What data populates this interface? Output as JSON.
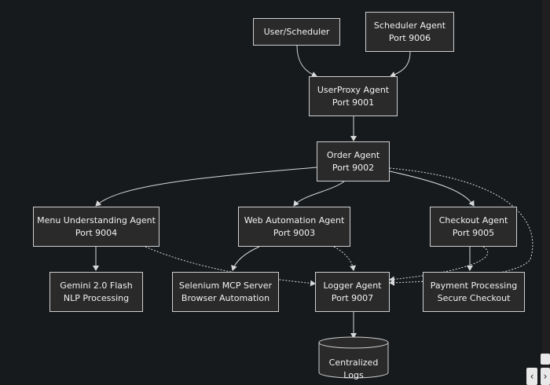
{
  "nodes": {
    "user_scheduler": [
      "User/Scheduler"
    ],
    "scheduler_agent": [
      "Scheduler Agent",
      "Port 9006"
    ],
    "userproxy_agent": [
      "UserProxy Agent",
      "Port 9001"
    ],
    "order_agent": [
      "Order Agent",
      "Port 9002"
    ],
    "menu_agent": [
      "Menu Understanding Agent",
      "Port 9004"
    ],
    "web_agent": [
      "Web Automation Agent",
      "Port 9003"
    ],
    "checkout_agent": [
      "Checkout Agent",
      "Port 9005"
    ],
    "gemini": [
      "Gemini 2.0 Flash",
      "NLP Processing"
    ],
    "selenium": [
      "Selenium MCP Server",
      "Browser Automation"
    ],
    "logger_agent": [
      "Logger Agent",
      "Port 9007"
    ],
    "payment": [
      "Payment Processing",
      "Secure Checkout"
    ],
    "logs_db": "Centralized Logs"
  },
  "controls": {
    "prev_label": "‹",
    "next_label": "›"
  },
  "colors": {
    "background": "#161a1d",
    "node_fill": "#2a2a2a",
    "node_border": "#cfcfcf",
    "edge": "#d8d8d8",
    "text": "#f2f2f2"
  }
}
